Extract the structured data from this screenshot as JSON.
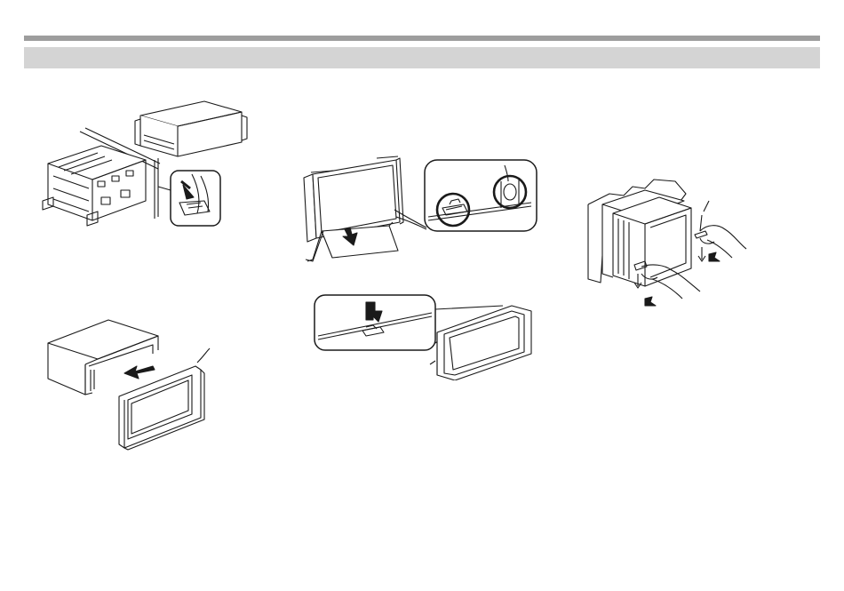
{
  "page": {
    "header_bar_color": "#9d9d9d",
    "section_bar_color": "#d4d4d4",
    "line_color": "#1a1a1a"
  },
  "figures": [
    {
      "id": "mounting-sleeve",
      "icon": "mounting-sleeve-tab-bend-illustration"
    },
    {
      "id": "trim-plate",
      "icon": "trim-plate-attach-illustration"
    },
    {
      "id": "front-panel-removal",
      "icon": "panel-detach-illustration"
    },
    {
      "id": "front-panel-attach",
      "icon": "panel-attach-illustration"
    },
    {
      "id": "unit-removal",
      "icon": "extraction-keys-illustration"
    }
  ]
}
